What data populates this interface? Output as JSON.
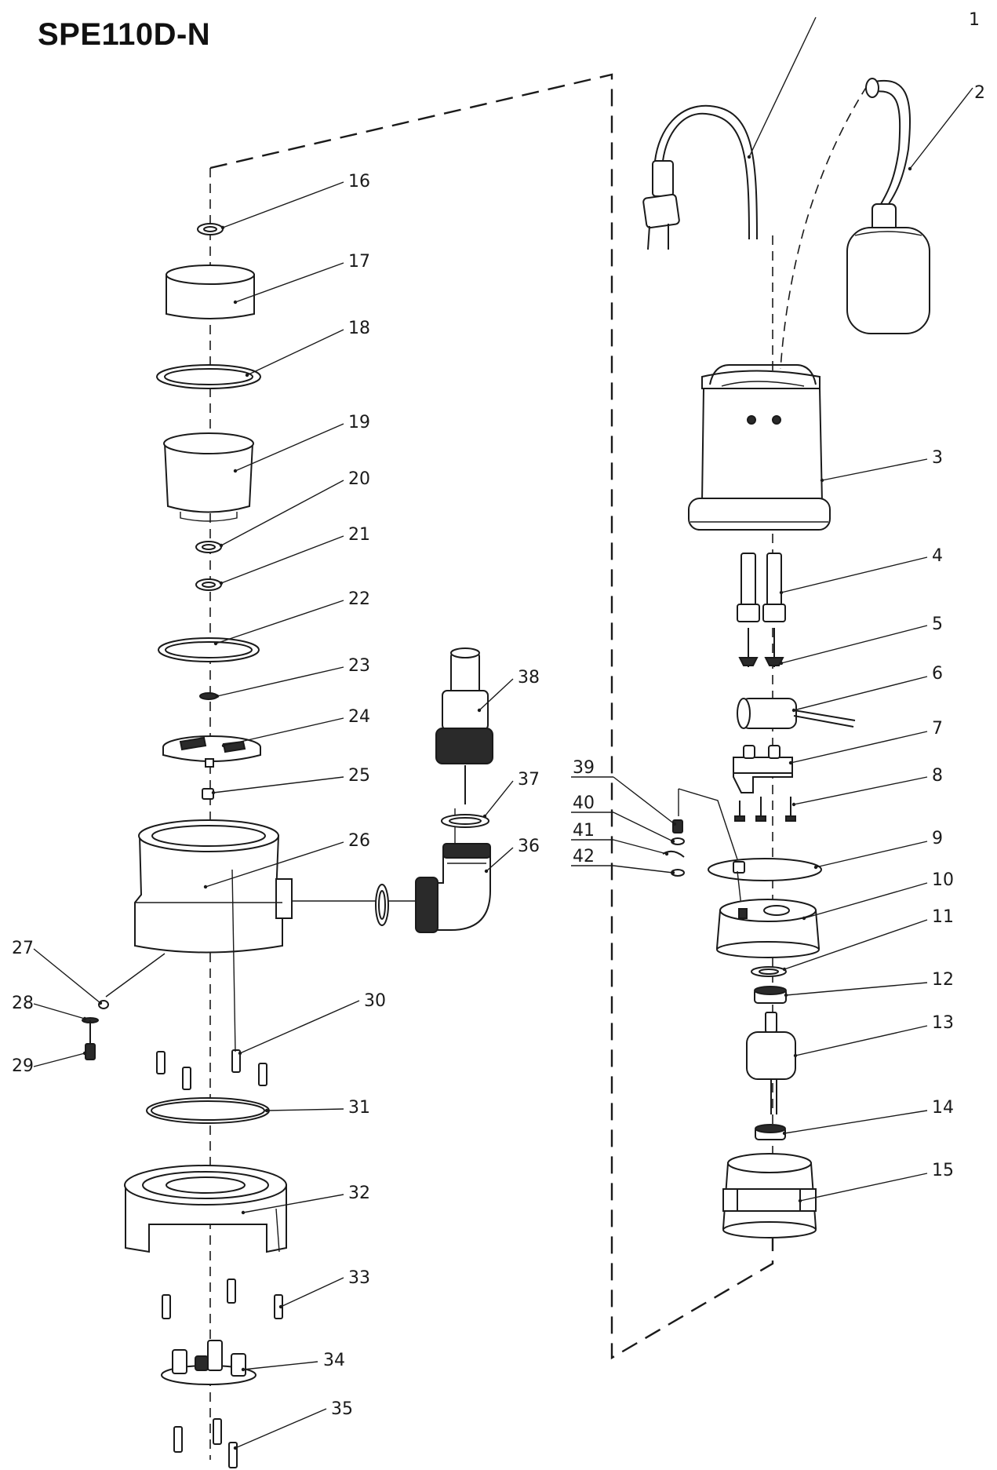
{
  "title": "SPE110D-N",
  "parts": [
    {
      "num": "1"
    },
    {
      "num": "2"
    },
    {
      "num": "3"
    },
    {
      "num": "4"
    },
    {
      "num": "5"
    },
    {
      "num": "6"
    },
    {
      "num": "7"
    },
    {
      "num": "8"
    },
    {
      "num": "9"
    },
    {
      "num": "10"
    },
    {
      "num": "11"
    },
    {
      "num": "12"
    },
    {
      "num": "13"
    },
    {
      "num": "14"
    },
    {
      "num": "15"
    },
    {
      "num": "16"
    },
    {
      "num": "17"
    },
    {
      "num": "18"
    },
    {
      "num": "19"
    },
    {
      "num": "20"
    },
    {
      "num": "21"
    },
    {
      "num": "22"
    },
    {
      "num": "23"
    },
    {
      "num": "24"
    },
    {
      "num": "25"
    },
    {
      "num": "26"
    },
    {
      "num": "27"
    },
    {
      "num": "28"
    },
    {
      "num": "29"
    },
    {
      "num": "30"
    },
    {
      "num": "31"
    },
    {
      "num": "32"
    },
    {
      "num": "33"
    },
    {
      "num": "34"
    },
    {
      "num": "35"
    },
    {
      "num": "36"
    },
    {
      "num": "37"
    },
    {
      "num": "38"
    },
    {
      "num": "39"
    },
    {
      "num": "40"
    },
    {
      "num": "41"
    },
    {
      "num": "42"
    }
  ]
}
